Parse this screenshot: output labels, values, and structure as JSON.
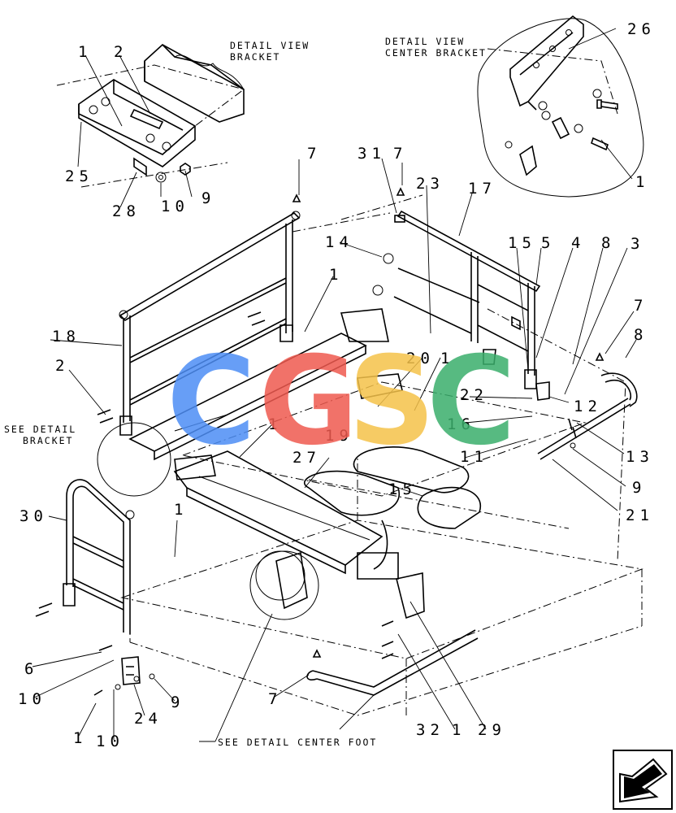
{
  "captions": {
    "detail_bracket": [
      "DETAIL VIEW",
      "BRACKET"
    ],
    "detail_center": [
      "DETAIL VIEW",
      "CENTER BRACKET"
    ],
    "see_detail_bracket": [
      "SEE DETAIL",
      "BRACKET"
    ],
    "see_detail_center_foot": "SEE DETAIL CENTER FOOT"
  },
  "callouts": [
    "1",
    "2",
    "25",
    "28",
    "10",
    "9",
    "26",
    "1",
    "7",
    "31",
    "7",
    "23",
    "17",
    "14",
    "1",
    "15",
    "5",
    "4",
    "8",
    "3",
    "7",
    "8",
    "18",
    "2",
    "20",
    "1",
    "22",
    "12",
    "19",
    "16",
    "13",
    "11",
    "1",
    "27",
    "15",
    "9",
    "21",
    "30",
    "1",
    "6",
    "10",
    "9",
    "24",
    "1",
    "10",
    "7",
    "32",
    "1",
    "29"
  ],
  "watermark": {
    "letters": [
      "C",
      "G",
      "S",
      "C"
    ],
    "colors": [
      "#4d8ef5",
      "#ef5a4f",
      "#f5c24a",
      "#3aae6c"
    ]
  },
  "nav_icon": "arrow-return-icon"
}
